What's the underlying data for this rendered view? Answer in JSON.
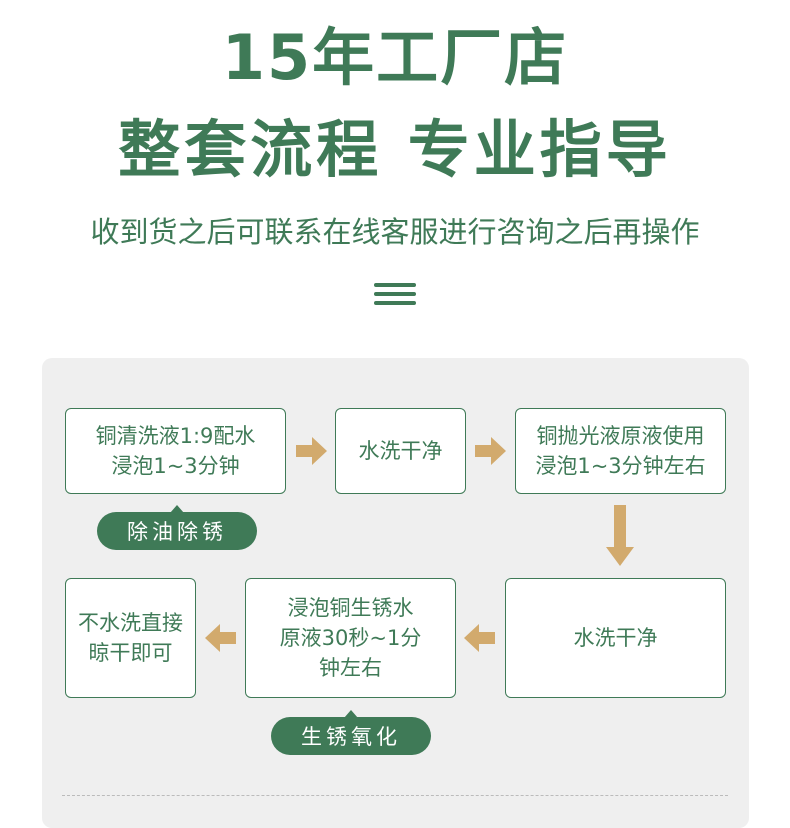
{
  "header": {
    "title_line1": "15年工厂店",
    "title_line2": "整套流程 专业指导",
    "subtitle": "收到货之后可联系在线客服进行咨询之后再操作"
  },
  "colors": {
    "brand_green": "#3f7a57",
    "arrow_tan": "#d2aa6d",
    "panel_bg": "#efefef"
  },
  "flow": {
    "row1": [
      {
        "lines": [
          "铜清洗液1:9配水",
          "浸泡1~3分钟"
        ]
      },
      {
        "lines": [
          "水洗干净"
        ]
      },
      {
        "lines": [
          "铜抛光液原液使用",
          "浸泡1~3分钟左右"
        ]
      }
    ],
    "row2": [
      {
        "lines": [
          "不水洗直接",
          "晾干即可"
        ]
      },
      {
        "lines": [
          "浸泡铜生锈水",
          "原液30秒~1分",
          "钟左右"
        ]
      },
      {
        "lines": [
          "水洗干净"
        ]
      }
    ],
    "tag_row1": "除油除锈",
    "tag_row2": "生锈氧化"
  },
  "icons": {
    "menu": "menu-icon",
    "arrow": "arrow-icon"
  }
}
